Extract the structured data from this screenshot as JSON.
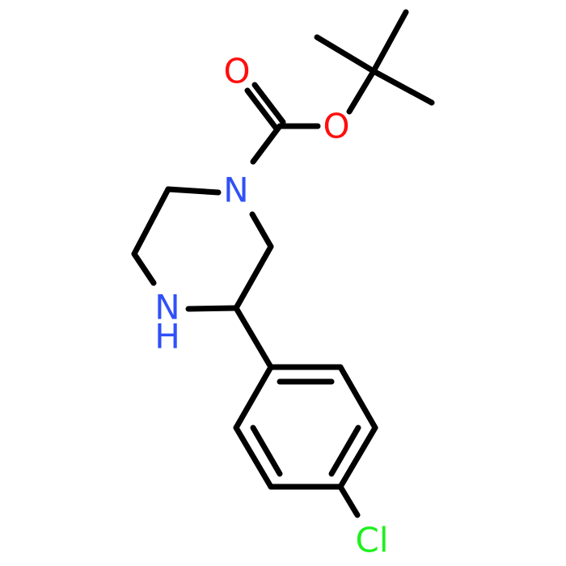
{
  "molecule": {
    "atoms": [
      {
        "id": "O_carbonyl",
        "label": "O"
      },
      {
        "id": "O_ester",
        "label": "O"
      },
      {
        "id": "N1",
        "label": "N"
      },
      {
        "id": "N4",
        "label": "NH",
        "label_lines": [
          "N",
          "H"
        ]
      },
      {
        "id": "Cl",
        "label": "Cl"
      }
    ]
  },
  "colors": {
    "oxygen": "#ff0d0d",
    "nitrogen": "#3050f8",
    "chlorine": "#1ff01f",
    "bond": "#000000"
  }
}
